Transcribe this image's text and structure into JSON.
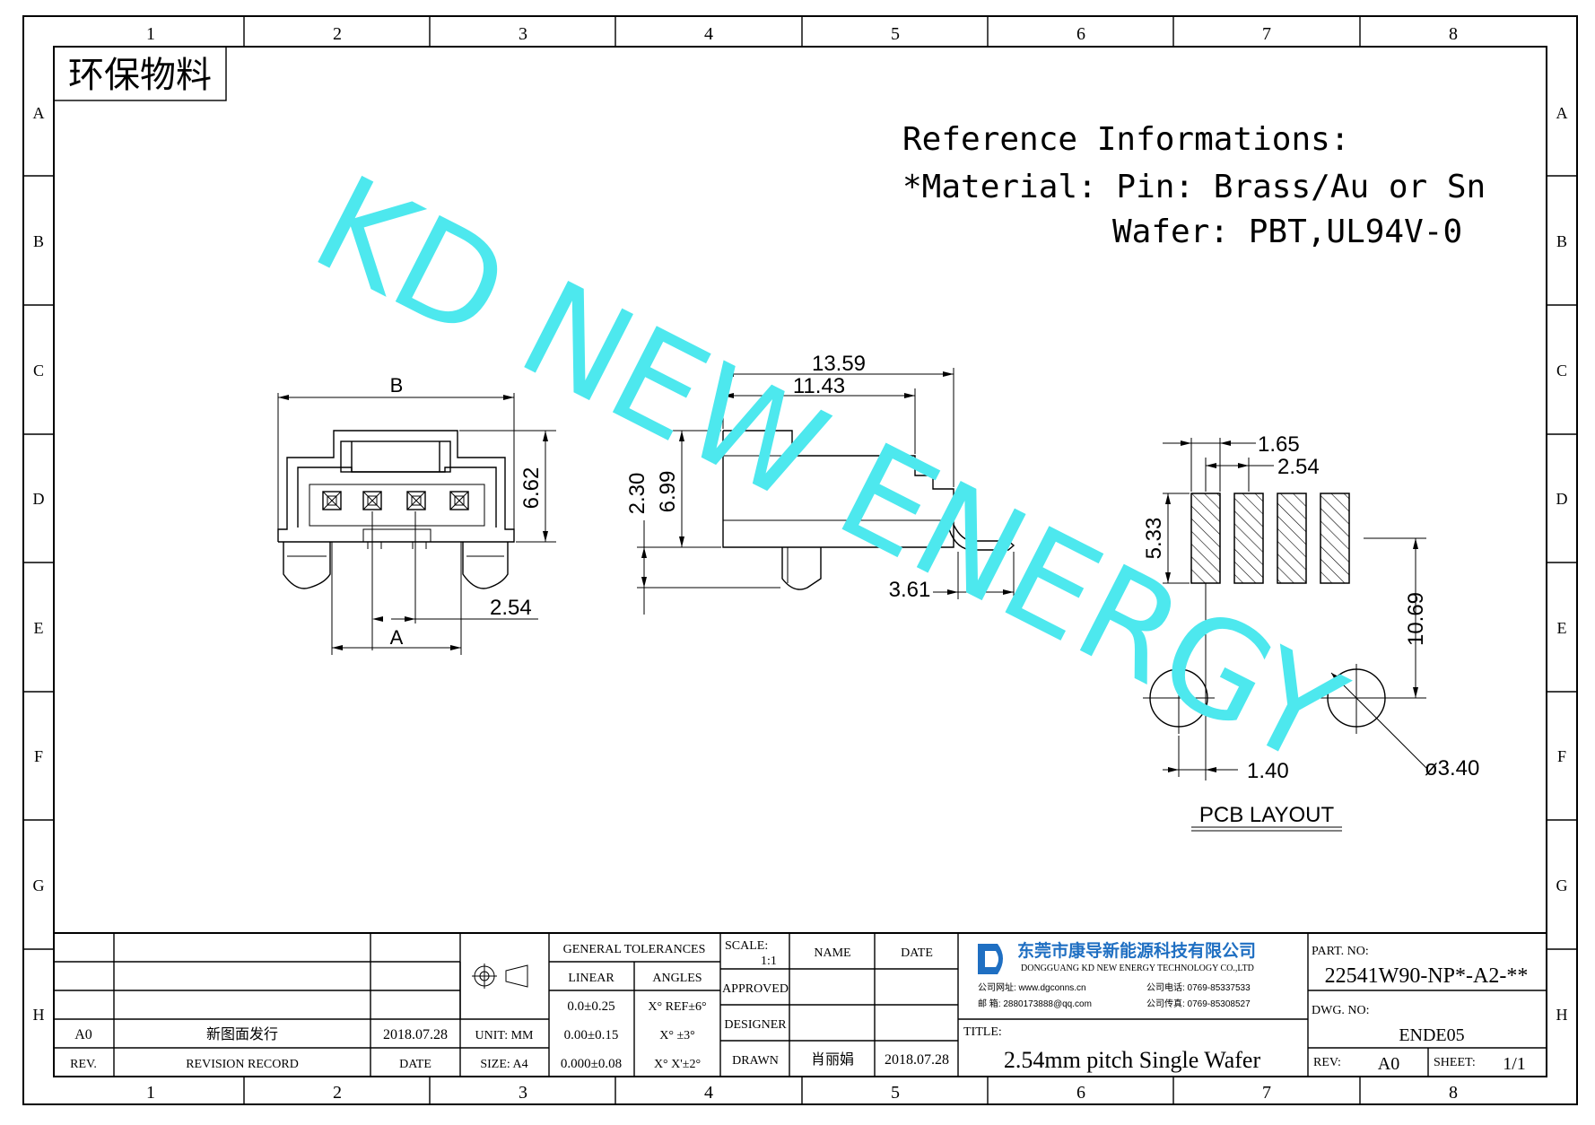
{
  "grid": {
    "cols": [
      "1",
      "2",
      "3",
      "4",
      "5",
      "6",
      "7",
      "8"
    ],
    "rows": [
      "A",
      "B",
      "C",
      "D",
      "E",
      "F",
      "G",
      "H"
    ]
  },
  "eco_label": "环保物料",
  "reference": {
    "heading": "Reference Informations:",
    "material_line": "*Material: Pin: Brass/Au or Sn",
    "wafer_line": "Wafer: PBT,UL94V-0"
  },
  "watermark": "KD NEW ENERGY",
  "dims": {
    "front": {
      "B": "B",
      "A": "A",
      "h": "6.62",
      "pitch": "2.54"
    },
    "side": {
      "total": "13.59",
      "body": "11.43",
      "h1": "2.30",
      "h2": "6.99",
      "tail": "3.61"
    },
    "pcb": {
      "pad_w": "1.65",
      "pitch": "2.54",
      "pad_h": "5.33",
      "hole_dist": "10.69",
      "hole_w": "1.40",
      "hole_dia": "ø3.40",
      "label": "PCB LAYOUT"
    }
  },
  "title_block": {
    "rev_row": {
      "rev": "A0",
      "record": "新图面发行",
      "date": "2018.07.28"
    },
    "rev_head": {
      "rev": "REV.",
      "record": "REVISION RECORD",
      "date": "DATE"
    },
    "unit": "UNIT: MM",
    "size": "SIZE: A4",
    "gen_tol": "GENERAL TOLERANCES",
    "linear": "LINEAR",
    "angles": "ANGLES",
    "tol1": "0.0±0.25",
    "tol2": "0.00±0.15",
    "tol3": "0.000±0.08",
    "ang1": "X° REF±6°",
    "ang2": "X° ±3°",
    "ang3": "X° X'±2°",
    "scale_label": "SCALE:",
    "scale_value": "1:1",
    "name": "NAME",
    "date": "DATE",
    "approved": "APPROVED",
    "designer": "DESIGNER",
    "drawn": "DRAWN",
    "drawn_name": "肖丽娟",
    "drawn_date": "2018.07.28",
    "company_cn": "东莞市康导新能源科技有限公司",
    "company_en": "DONGGUANG KD NEW ENERGY TECHNOLOGY CO.,LTD",
    "contact1a": "公司网址: www.dgconns.cn",
    "contact1b": "公司电话: 0769-85337533",
    "contact2a": "邮   箱: 2880173888@qq.com",
    "contact2b": "公司传真: 0769-85308527",
    "title_label": "TITLE:",
    "title": "2.54mm pitch Single Wafer",
    "part_label": "PART. NO:",
    "part_no": "22541W90-NP*-A2-**",
    "dwg_label": "DWG. NO:",
    "dwg_no": "ENDE05",
    "rev_label": "REV:",
    "rev_value": "A0",
    "sheet_label": "SHEET:",
    "sheet_value": "1/1"
  },
  "colors": {
    "watermark": "#4de8ee",
    "logo": "#1f6fc2"
  }
}
